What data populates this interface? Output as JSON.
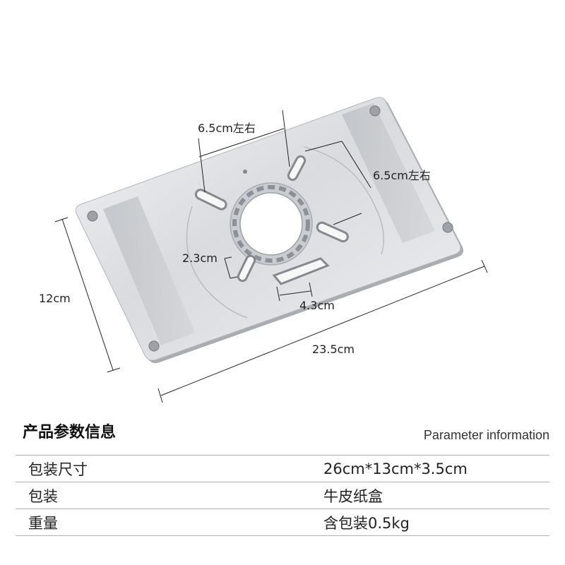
{
  "dimensions": {
    "top_hole_spacing": "6.5cm左右",
    "right_hole_spacing": "6.5cm左右",
    "slot_length": "2.3cm",
    "slot_width": "4.3cm",
    "height": "12cm",
    "length": "23.5cm"
  },
  "section": {
    "title": "产品参数信息",
    "subtitle": "Parameter information"
  },
  "specs": [
    {
      "label": "包装尺寸",
      "value": "26cm*13cm*3.5cm"
    },
    {
      "label": "包装",
      "value": "牛皮纸盒"
    },
    {
      "label": "重量",
      "value": "含包装0.5kg"
    }
  ]
}
